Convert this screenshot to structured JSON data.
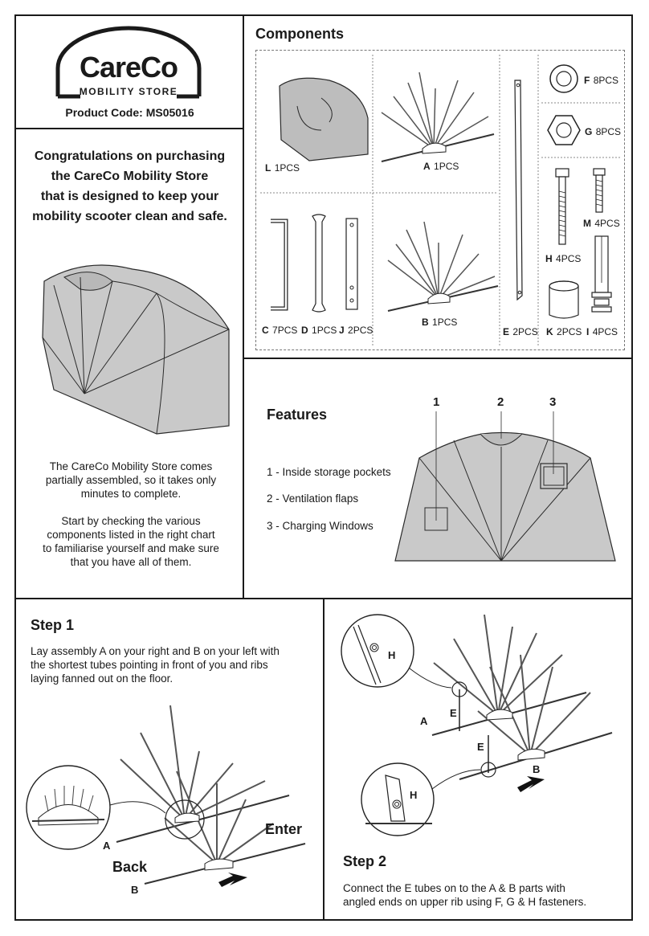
{
  "logo": {
    "brand": "CareCo",
    "tagline": "MOBILITY STORE"
  },
  "product_code": "Product Code: MS05016",
  "intro": {
    "congrats": [
      "Congratulations on purchasing",
      "the CareCo Mobility Store",
      "that is designed to keep your",
      "mobility scooter clean and safe."
    ],
    "assembly": [
      "The CareCo Mobility Store comes",
      "partially assembled, so it takes only",
      "minutes to complete."
    ],
    "check": [
      "Start by checking the various",
      "components listed in the right chart",
      "to familiarise yourself and make sure",
      "that you have all of them."
    ]
  },
  "components": {
    "title": "Components",
    "parts": [
      {
        "letter": "L",
        "qty": "1PCS"
      },
      {
        "letter": "A",
        "qty": "1PCS"
      },
      {
        "letter": "F",
        "qty": "8PCS"
      },
      {
        "letter": "G",
        "qty": "8PCS"
      },
      {
        "letter": "M",
        "qty": "4PCS"
      },
      {
        "letter": "H",
        "qty": "4PCS"
      },
      {
        "letter": "C",
        "qty": "7PCS"
      },
      {
        "letter": "D",
        "qty": "1PCS"
      },
      {
        "letter": "J",
        "qty": "2PCS"
      },
      {
        "letter": "B",
        "qty": "1PCS"
      },
      {
        "letter": "E",
        "qty": "2PCS"
      },
      {
        "letter": "K",
        "qty": "2PCS"
      },
      {
        "letter": "I",
        "qty": "4PCS"
      }
    ]
  },
  "features": {
    "title": "Features",
    "items": [
      "1 - Inside storage pockets",
      "2 - Ventilation flaps",
      "3 - Charging Windows"
    ],
    "numbers": [
      "1",
      "2",
      "3"
    ]
  },
  "step1": {
    "title": "Step 1",
    "text": [
      "Lay assembly A on your right and B on your left with",
      "the shortest tubes pointing in front of you and ribs",
      "laying fanned out on the floor."
    ],
    "labels": {
      "a": "A",
      "b": "B",
      "back": "Back",
      "enter": "Enter"
    }
  },
  "step2": {
    "title": "Step 2",
    "text": [
      "Connect the E tubes on to the A & B parts with",
      "angled ends on upper rib using F, G & H fasteners."
    ],
    "labels": {
      "a": "A",
      "b": "B",
      "e1": "E",
      "e2": "E",
      "h1": "H",
      "h2": "H"
    }
  }
}
